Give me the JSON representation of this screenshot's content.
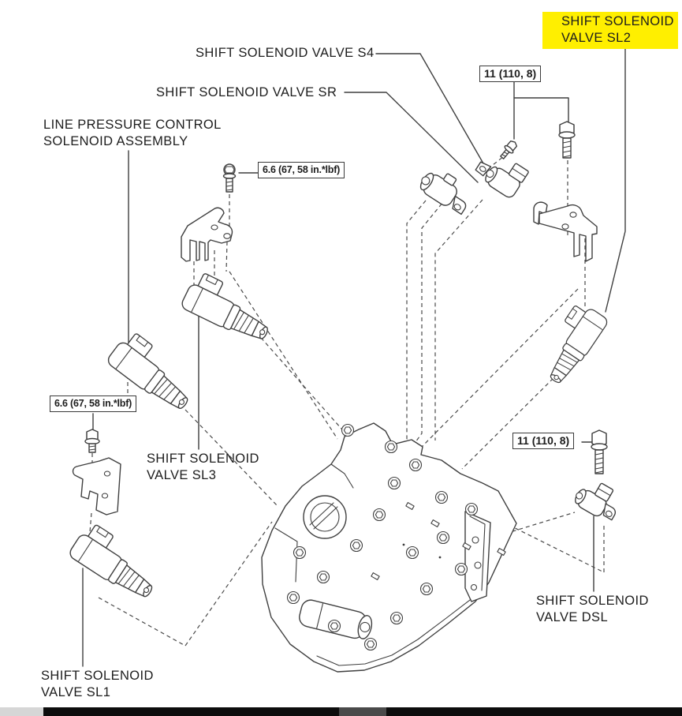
{
  "colors": {
    "line_art": "#3f3f3f",
    "text": "#1d1d1d",
    "highlight": "#ffef00",
    "bottom_bar": "#0d0d0d"
  },
  "part_labels": {
    "sl2": {
      "line1": "SHIFT SOLENOID",
      "line2": "VALVE SL2"
    },
    "s4": "SHIFT SOLENOID VALVE S4",
    "sr": "SHIFT SOLENOID VALVE SR",
    "line_pressure": {
      "line1": "LINE PRESSURE CONTROL",
      "line2": "SOLENOID ASSEMBLY"
    },
    "sl3": {
      "line1": "SHIFT SOLENOID",
      "line2": "VALVE SL3"
    },
    "sl1": {
      "line1": "SHIFT SOLENOID",
      "line2": "VALVE SL1"
    },
    "dsl": {
      "line1": "SHIFT SOLENOID",
      "line2": "VALVE DSL"
    }
  },
  "torque_specs": {
    "top": "11 (110, 8)",
    "upper_left": "6.6 (67, 58 in.*lbf)",
    "mid_left": "6.6 (67, 58 in.*lbf)",
    "bottom_right": "11 (110, 8)"
  }
}
